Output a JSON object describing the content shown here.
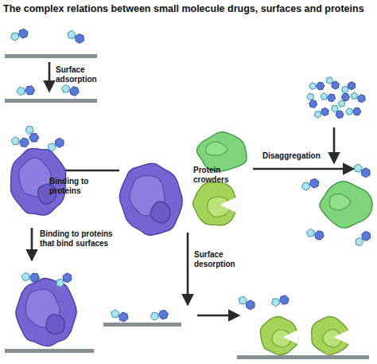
{
  "diagram": {
    "title": "The complex relations between small molecule drugs, surfaces and proteins",
    "labels": [
      "Surface adsorption",
      "Protein crowders",
      "Disaggregation",
      "Binding to proteins",
      "Binding to proteins that bind surfaces",
      "Surface desorption"
    ]
  }
}
